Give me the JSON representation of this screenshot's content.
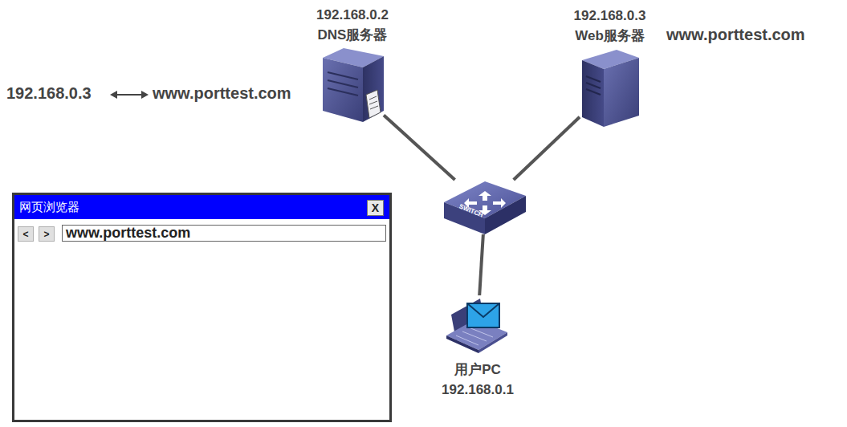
{
  "diagram": {
    "nodes": [
      {
        "text": [
          "192.168.0.2",
          "DNS服务器"
        ]
      },
      {
        "text": [
          "192.168.0.3",
          "Web服务器"
        ]
      },
      {
        "text": [
          "SWITCH"
        ]
      },
      {
        "text": [
          "用户PC",
          "192.168.0.1"
        ]
      },
      {
        "text": [
          "网页浏览器"
        ]
      },
      {
        "text": [
          "X"
        ],
        "in": 4
      },
      {
        "text": [
          "<"
        ],
        "in": 4
      },
      {
        "text": [
          ">"
        ],
        "in": 4
      },
      {
        "text": [
          "www.porttest.com"
        ],
        "in": 4
      }
    ],
    "edges": [
      {
        "from": 0,
        "to": 2,
        "arrow": "none"
      },
      {
        "from": 1,
        "to": 2,
        "arrow": "none"
      },
      {
        "from": 3,
        "to": 2,
        "arrow": "none"
      }
    ],
    "labels": [
      "192.168.0.3",
      "www.porttest.com",
      "www.porttest.com"
    ]
  }
}
